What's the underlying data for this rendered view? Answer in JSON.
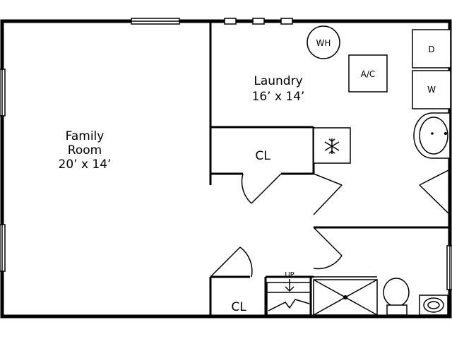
{
  "rooms": {
    "family": {
      "name_line1": "Family",
      "name_line2": "Room",
      "size": "20’ x 14’"
    },
    "laundry": {
      "name": "Laundry",
      "size": "16’ x 14’"
    },
    "closet_upper": {
      "name": "CL"
    },
    "closet_lower": {
      "name": "CL"
    }
  },
  "fixtures": {
    "water_heater": "WH",
    "air_conditioner": "A/C",
    "dryer": "D",
    "washer": "W",
    "snowflake": "❄"
  },
  "stairs": {
    "direction": "UP"
  }
}
